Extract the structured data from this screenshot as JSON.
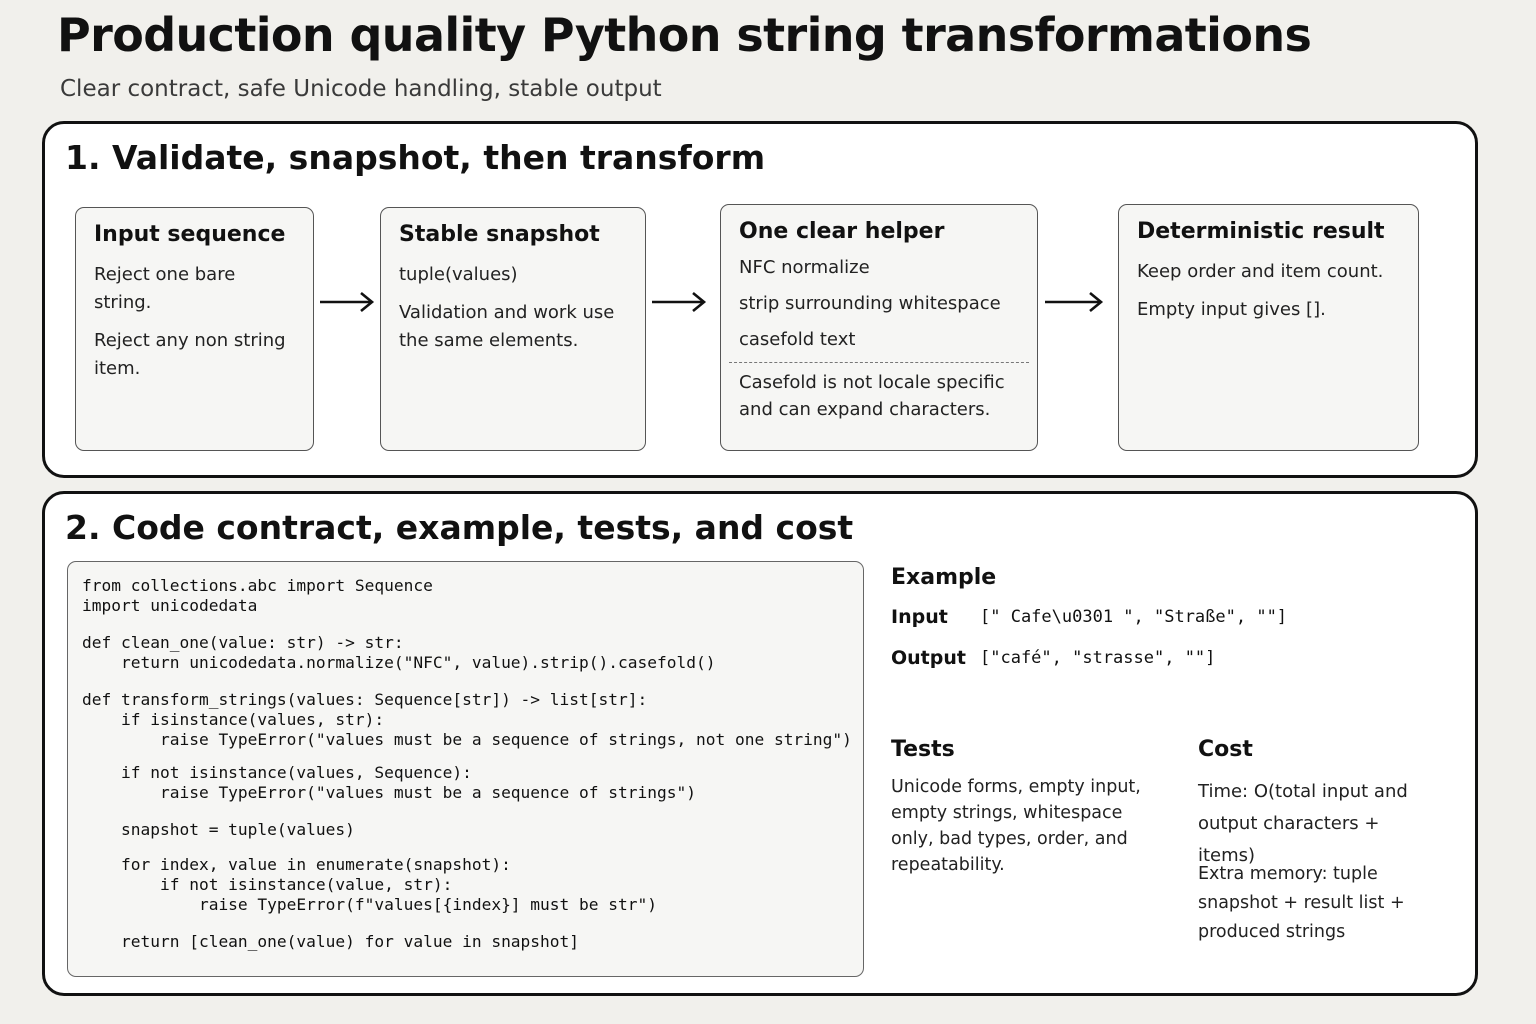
{
  "title": "Production quality Python string transformations",
  "subtitle": "Clear contract, safe Unicode handling, stable output",
  "section1": {
    "title": "1. Validate, snapshot, then transform",
    "cards": [
      {
        "title": "Input sequence",
        "lines": [
          "Reject one bare string.",
          "Reject any non string item."
        ]
      },
      {
        "title": "Stable snapshot",
        "lines": [
          "tuple(values)",
          "Validation and work use the same elements."
        ]
      },
      {
        "title": "One clear helper",
        "lines": [
          "NFC normalize",
          "strip surrounding whitespace",
          "casefold text"
        ],
        "note": "Casefold is not locale specific and can expand characters."
      },
      {
        "title": "Deterministic result",
        "lines": [
          "Keep order and item count.",
          "Empty input gives []."
        ]
      }
    ]
  },
  "section2": {
    "title": "2. Code contract, example, tests, and cost",
    "code": [
      "from collections.abc import Sequence",
      "import unicodedata",
      "",
      "def clean_one(value: str) -> str:",
      "    return unicodedata.normalize(\"NFC\", value).strip().casefold()",
      "",
      "def transform_strings(values: Sequence[str]) -> list[str]:",
      "    if isinstance(values, str):",
      "        raise TypeError(\"values must be a sequence of strings, not one string\")",
      "",
      "    if not isinstance(values, Sequence):",
      "        raise TypeError(\"values must be a sequence of strings\")",
      "",
      "    snapshot = tuple(values)",
      "",
      "    for index, value in enumerate(snapshot):",
      "        if not isinstance(value, str):",
      "            raise TypeError(f\"values[{index}] must be str\")",
      "",
      "    return [clean_one(value) for value in snapshot]"
    ],
    "example": {
      "heading": "Example",
      "input_label": "Input",
      "input_value": "[\" Cafe\\u0301 \", \"Straße\", \"\"]",
      "output_label": "Output",
      "output_value": "[\"café\", \"strasse\", \"\"]"
    },
    "tests": {
      "heading": "Tests",
      "text": "Unicode forms, empty input, empty strings, whitespace only, bad types, order, and repeatability."
    },
    "cost": {
      "heading": "Cost",
      "time": "Time: O(total input and output characters + items)",
      "memory": "Extra memory: tuple snapshot + result list + produced strings"
    }
  }
}
